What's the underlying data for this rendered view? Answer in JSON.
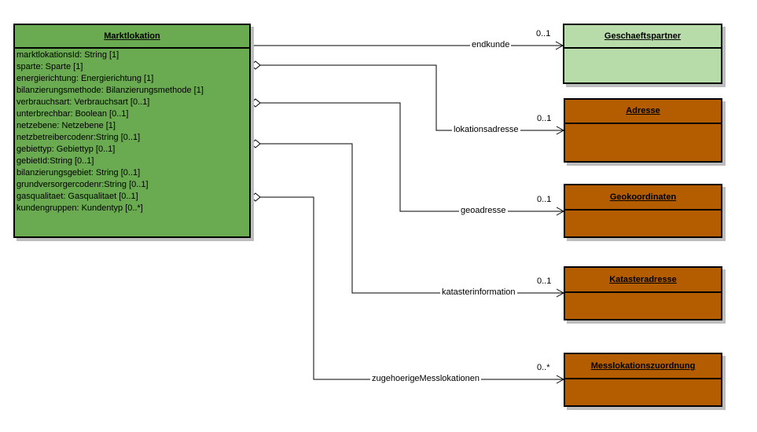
{
  "main_class": {
    "name": "Marktlokation",
    "color": "#6aaa50",
    "attributes": [
      "marktlokationsId: String [1]",
      "sparte: Sparte [1]",
      "energierichtung: Energierichtung [1]",
      "bilanzierungsmethode: Bilanzierungsmethode [1]",
      "verbrauchsart: Verbrauchsart  [0..1]",
      "unterbrechbar: Boolean [0..1]",
      "netzebene: Netzebene [1]",
      "netzbetreibercodenr:String [0..1]",
      "gebiettyp: Gebiettyp [0..1]",
      "gebietId:String [0..1]",
      "bilanzierungsgebiet: String [0..1]",
      "grundversorgercodenr:String [0..1]",
      "gasqualitaet: Gasqualitaet [0..1]",
      "kundengruppen: Kundentyp [0..*]"
    ]
  },
  "targets": [
    {
      "name": "Geschaeftspartner",
      "color": "#b7dca9"
    },
    {
      "name": "Adresse",
      "color": "#b35d00"
    },
    {
      "name": "Geokoordinaten",
      "color": "#b35d00"
    },
    {
      "name": "Katasteradresse",
      "color": "#b35d00"
    },
    {
      "name": "Messlokationszuordnung",
      "color": "#b35d00"
    }
  ],
  "associations": [
    {
      "role": "endkunde",
      "multiplicity": "0..1",
      "kind": "association"
    },
    {
      "role": "lokationsadresse",
      "multiplicity": "0..1",
      "kind": "aggregation"
    },
    {
      "role": "geoadresse",
      "multiplicity": "0..1",
      "kind": "aggregation"
    },
    {
      "role": "katasterinformation",
      "multiplicity": "0..1",
      "kind": "aggregation"
    },
    {
      "role": "zugehoerigeMesslokationen",
      "multiplicity": "0..*",
      "kind": "aggregation"
    }
  ]
}
